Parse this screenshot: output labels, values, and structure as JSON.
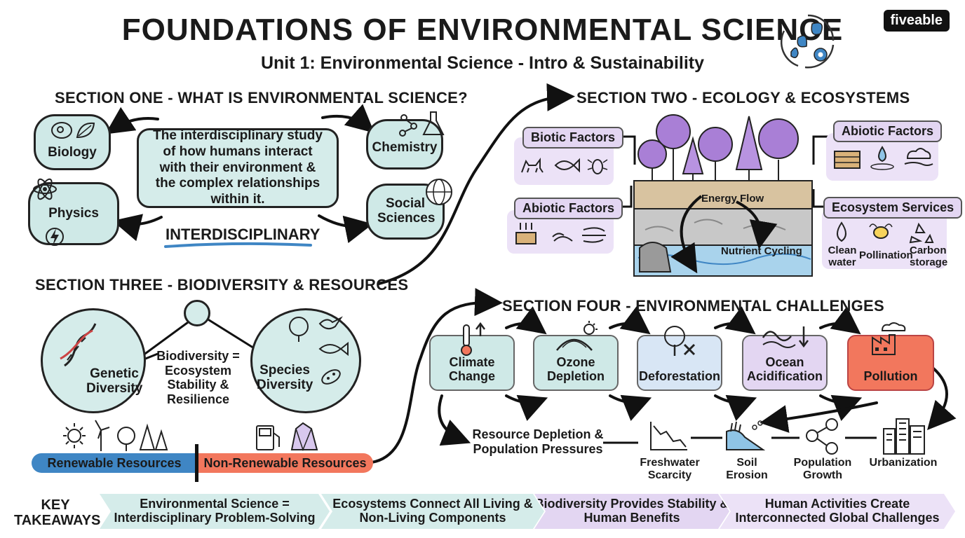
{
  "header": {
    "title": "FOUNDATIONS OF ENVIRONMENTAL SCIENCE",
    "subtitle": "Unit 1: Environmental Science - Intro & Sustainability",
    "logo": "fiveable"
  },
  "section_one": {
    "heading": "SECTION ONE - WHAT IS ENVIRONMENTAL SCIENCE?",
    "definition": "The interdisciplinary study of how humans interact with their environment & the complex relationships within it.",
    "label": "INTERDISCIPLINARY",
    "disciplines": [
      "Biology",
      "Physics",
      "Chemistry",
      "Social Sciences"
    ]
  },
  "section_two": {
    "heading": "SECTION TWO - ECOLOGY & ECOSYSTEMS",
    "biotic": "Biotic Factors",
    "abiotic_top": "Abiotic Factors",
    "abiotic_left": "Abiotic Factors",
    "services": "Ecosystem Services",
    "energy_flow": "Energy Flow",
    "nutrient_cycling": "Nutrient Cycling",
    "service_items": [
      "Clean water",
      "Pollination",
      "Carbon storage"
    ]
  },
  "section_three": {
    "heading": "SECTION THREE - BIODIVERSITY & RESOURCES",
    "genetic": "Genetic Diversity",
    "species": "Species Diversity",
    "equation": "Biodiversity = Ecosystem Stability & Resilience",
    "renewable": "Renewable Resources",
    "nonrenewable": "Non-Renewable Resources"
  },
  "section_four": {
    "heading": "SECTION FOUR - ENVIRONMENTAL CHALLENGES",
    "challenges": [
      "Climate Change",
      "Ozone Depletion",
      "Deforestation",
      "Ocean Acidification",
      "Pollution"
    ],
    "pressures": "Resource Depletion & Population Pressures",
    "pressure_items": [
      "Freshwater Scarcity",
      "Soil Erosion",
      "Population Growth",
      "Urbanization"
    ]
  },
  "takeaways": {
    "label": "KEY TAKEAWAYS",
    "items": [
      "Environmental Science = Interdisciplinary Problem-Solving",
      "Ecosystems Connect All Living & Non-Living Components",
      "Biodiversity Provides Stability & Human Benefits",
      "Human Activities Create Interconnected Global Challenges"
    ]
  },
  "colors": {
    "teal": "#cfe9e7",
    "lavender": "#e3d6f2",
    "blue_bar": "#3f86c4",
    "coral": "#f2775d",
    "purple_tree": "#a97fd6"
  }
}
